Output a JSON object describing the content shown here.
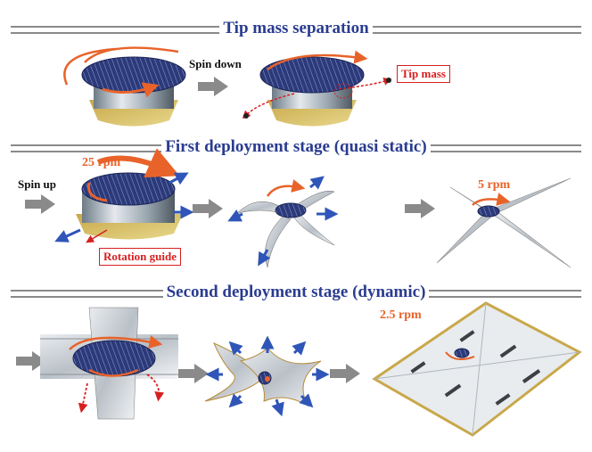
{
  "sections": {
    "tip_mass_separation": "Tip mass separation",
    "first_deployment": "First deployment stage (quasi static)",
    "second_deployment": "Second deployment stage (dynamic)"
  },
  "labels": {
    "spin_down": "Spin down",
    "tip_mass": "Tip mass",
    "rpm_25": "25 rpm",
    "spin_up": "Spin up",
    "rotation_guide": "Rotation guide",
    "rpm_5": "5 rpm",
    "rpm_2_5": "2.5 rpm"
  },
  "colors": {
    "title_blue": "#2a3c8f",
    "accent_orange": "#e8632a",
    "red": "#d71f1f",
    "motion_arrow_blue": "#2f55b8"
  }
}
